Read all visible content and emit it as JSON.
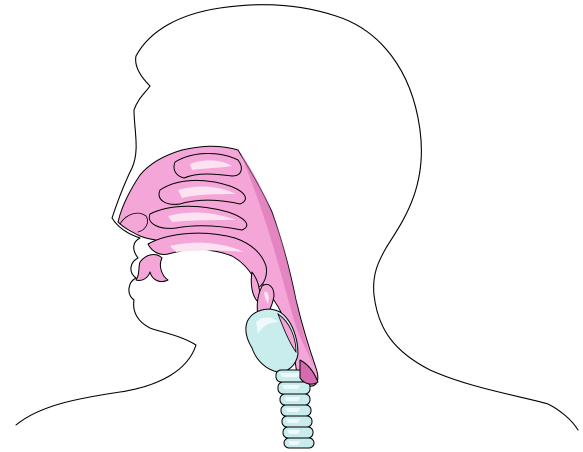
{
  "colors": {
    "background": "#ffffff",
    "outline": "#000000",
    "tract_fill": "#f4a6d8",
    "tract_dark": "#d66aae",
    "tract_highlight": "#fde2f2",
    "cartilage_fill": "#c9ecec",
    "cartilage_highlight": "#eefafa"
  },
  "structures": [
    {
      "id": "head-outline",
      "icon": "head-profile"
    },
    {
      "id": "nasal-cavity",
      "icon": "nasal-cavity"
    },
    {
      "id": "nasal-conchae",
      "icon": "turbinates"
    },
    {
      "id": "hard-palate",
      "icon": "palate"
    },
    {
      "id": "tongue",
      "icon": "tongue"
    },
    {
      "id": "pharynx",
      "icon": "pharynx"
    },
    {
      "id": "epiglottis",
      "icon": "epiglottis"
    },
    {
      "id": "larynx",
      "icon": "larynx"
    },
    {
      "id": "trachea",
      "icon": "trachea-rings"
    }
  ]
}
